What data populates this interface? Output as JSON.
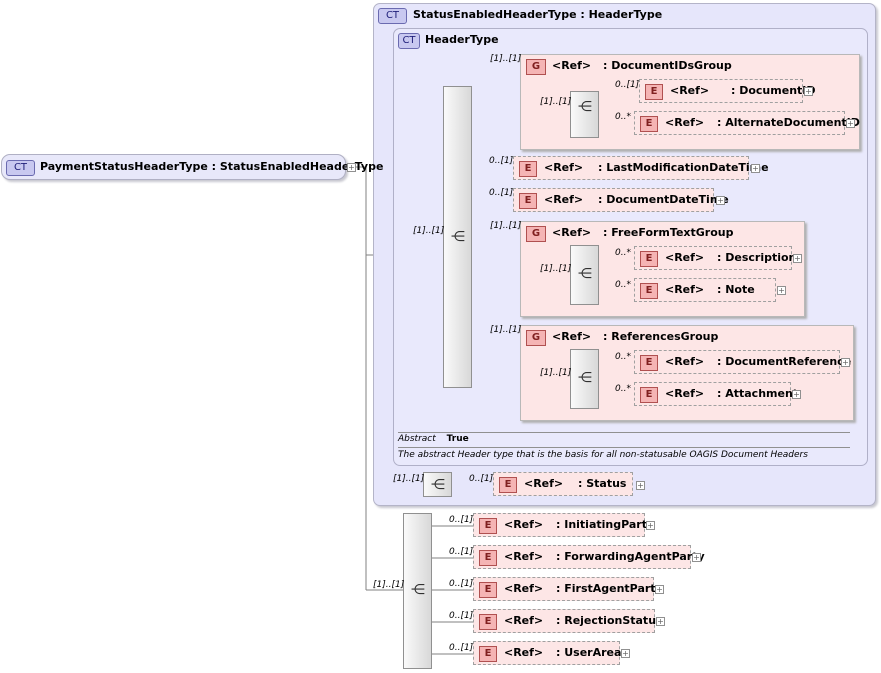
{
  "root": {
    "badge": "CT",
    "title": "PaymentStatusHeaderType : StatusEnabledHeaderType"
  },
  "status_enabled": {
    "badge": "CT",
    "title": "StatusEnabledHeaderType : HeaderType"
  },
  "header_type": {
    "badge": "CT",
    "title": "HeaderType",
    "abstract_label": "Abstract",
    "abstract_value": "True",
    "documentation": "The abstract Header type that is the basis for all non-statusable OAGIS Document Headers"
  },
  "badges": {
    "group": "G",
    "element": "E",
    "plus": "+"
  },
  "ref": "<Ref>",
  "groups": {
    "document_ids": {
      "name": ": DocumentIDsGroup",
      "card": "[1]..[1]",
      "seq_card": "[1]..[1]"
    },
    "free_form": {
      "name": ": FreeFormTextGroup",
      "card": "[1]..[1]",
      "seq_card": "[1]..[1]"
    },
    "references": {
      "name": ": ReferencesGroup",
      "card": "[1]..[1]",
      "seq_card": "[1]..[1]"
    }
  },
  "elements": {
    "document_id": {
      "name": ": DocumentID",
      "card": "0..[1]"
    },
    "alternate_document_id": {
      "name": ": AlternateDocumentID",
      "card": "0..*"
    },
    "last_modification": {
      "name": ": LastModificationDateTime",
      "card": "0..[1]"
    },
    "document_datetime": {
      "name": ": DocumentDateTime",
      "card": "0..[1]"
    },
    "description": {
      "name": ": Description",
      "card": "0..*"
    },
    "note": {
      "name": ": Note",
      "card": "0..*"
    },
    "document_reference": {
      "name": ": DocumentReference",
      "card": "0..*"
    },
    "attachment": {
      "name": ": Attachment",
      "card": "0..*"
    },
    "status": {
      "name": ": Status",
      "card": "0..[1]"
    },
    "initiating_party": {
      "name": ": InitiatingParty",
      "card": "0..[1]"
    },
    "forwarding_agent": {
      "name": ": ForwardingAgentParty",
      "card": "0..[1]"
    },
    "first_agent": {
      "name": ": FirstAgentParty",
      "card": "0..[1]"
    },
    "rejection_status": {
      "name": ": RejectionStatus",
      "card": "0..[1]"
    },
    "user_area": {
      "name": ": UserArea",
      "card": "0..[1]"
    }
  },
  "sequences": {
    "header_main": {
      "card": "[1]..[1]"
    },
    "status_seq": {
      "card": "[1]..[1]"
    },
    "payment_seq": {
      "card": "[1]..[1]"
    }
  }
}
